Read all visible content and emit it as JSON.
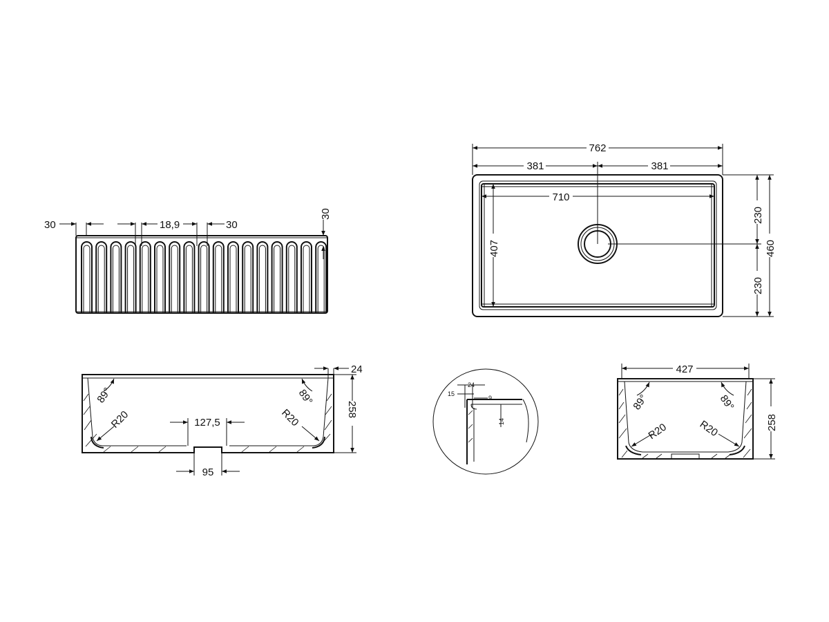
{
  "front_view": {
    "dims": {
      "flute_margin": "30",
      "flute_spacing": "18,9",
      "flute_gap": "30",
      "top_height": "30"
    }
  },
  "plan_view": {
    "dims": {
      "overall_width": "762",
      "half_left": "381",
      "half_right": "381",
      "inner_width": "710",
      "inner_depth": "407",
      "waste_to_front": "230",
      "waste_to_back": "230",
      "overall_depth": "460"
    }
  },
  "long_section": {
    "dims": {
      "rim": "24",
      "height": "258",
      "angle_left": "89°",
      "angle_right": "89°",
      "radius_left": "R20",
      "radius_right": "R20",
      "waste_recess": "127,5",
      "waste_hole": "95"
    }
  },
  "detail": {
    "dims": {
      "a": "24",
      "b": "15",
      "c": "9",
      "d": "14"
    }
  },
  "cross_section": {
    "dims": {
      "width": "427",
      "height": "258",
      "angle_left": "89°",
      "angle_right": "89°",
      "radius_left": "R20",
      "radius_right": "R20"
    }
  }
}
